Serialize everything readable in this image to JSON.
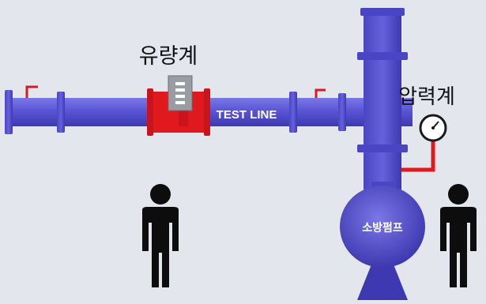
{
  "labels": {
    "flowmeter": "유량계",
    "pressure_gauge": "압력계",
    "test_line": "TEST LINE",
    "fire_pump": "소방펌프"
  },
  "colors": {
    "background": "#e3e6ec",
    "pipe": "#5a55d6",
    "pipe_dark": "#3e39b0",
    "pipe_light": "#7b77e6",
    "valve": "#e0191f",
    "person": "#0d0d0d",
    "tap": "#d81b20"
  },
  "icons": [
    "person-icon",
    "pressure-gauge-icon",
    "flowmeter-icon"
  ]
}
